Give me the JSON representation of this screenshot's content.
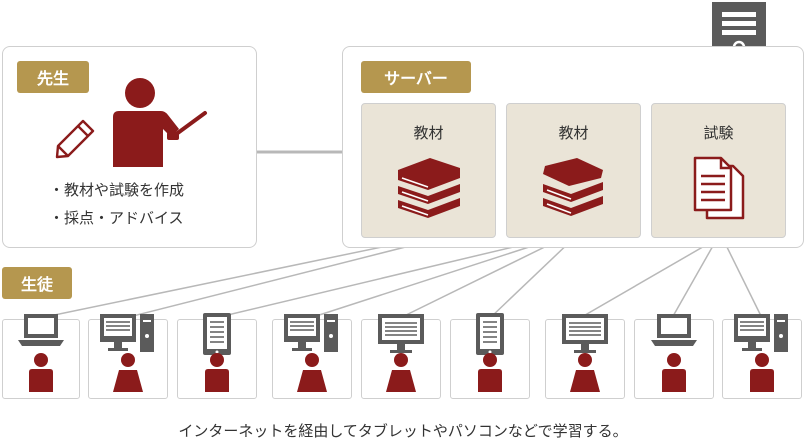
{
  "teacher": {
    "tag": "先生",
    "bullets": [
      "・教材や試験を作成",
      "・採点・アドバイス"
    ]
  },
  "server": {
    "tag": "サーバー",
    "cards": [
      {
        "label": "教材",
        "icon": "books-icon"
      },
      {
        "label": "教材",
        "icon": "books-icon"
      },
      {
        "label": "試験",
        "icon": "documents-icon"
      }
    ]
  },
  "students": {
    "tag": "生徒",
    "devices": [
      "laptop",
      "desktop",
      "tablet",
      "desktop",
      "monitor",
      "tablet",
      "monitor",
      "laptop",
      "desktop"
    ]
  },
  "caption": "インターネットを経由してタブレットやパソコンなどで学習する。",
  "colors": {
    "accent": "#b5974f",
    "dark_red": "#8b1b1b",
    "card_bg": "#eae4d7",
    "gray": "#b8b8b8"
  }
}
